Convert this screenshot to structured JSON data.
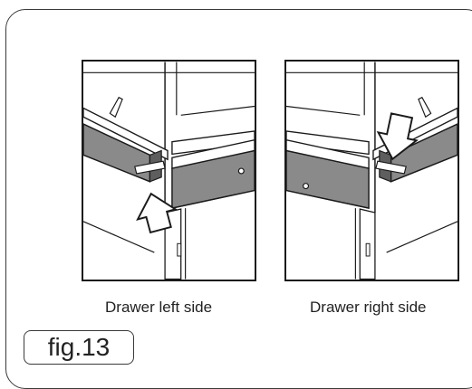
{
  "figure": {
    "label": "fig.13",
    "panels": [
      {
        "id": "left",
        "caption": "Drawer left side",
        "arrow_icon": "arrow-up-icon"
      },
      {
        "id": "right",
        "caption": "Drawer right side",
        "arrow_icon": "arrow-down-icon"
      }
    ]
  },
  "colors": {
    "outline": "#1a1a1a",
    "rail": "#8a8a8a",
    "rail_dark": "#5e5e5e",
    "frame": "#3a3a3a"
  }
}
